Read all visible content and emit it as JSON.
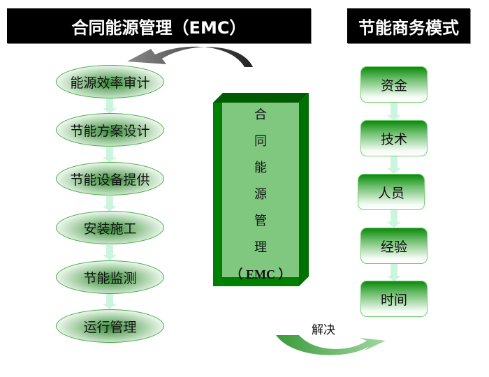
{
  "left_header": "合同能源管理（EMC）",
  "right_header": "节能商务模式",
  "emc_steps": [
    "能源效率审计",
    "节能方案设计",
    "节能设备提供",
    "安装施工",
    "节能监测",
    "运行管理"
  ],
  "center_box": {
    "chars": [
      "合",
      "同",
      "能",
      "源",
      "管",
      "理"
    ],
    "suffix": "（ EMC ）"
  },
  "business_items": [
    "资金",
    "技术",
    "人员",
    "经验",
    "时间"
  ],
  "solve_label": "解决",
  "colors": {
    "header": "#000000",
    "box_dark": "#008000",
    "box_light": "#80c880",
    "accent": "#3fae3f"
  }
}
